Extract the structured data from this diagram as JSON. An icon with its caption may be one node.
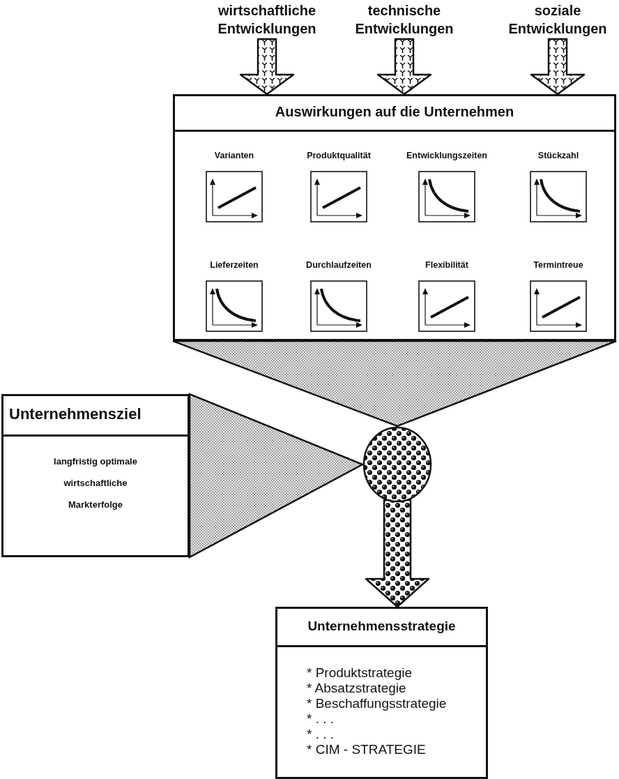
{
  "diagram": {
    "nodes": [
      {
        "text": [
          "wirtschaftliche Entwicklungen"
        ]
      },
      {
        "text": [
          "technische Entwicklungen"
        ]
      },
      {
        "text": [
          "soziale Entwicklungen"
        ]
      },
      {
        "text": [
          "Auswirkungen auf die Unternehmen"
        ]
      },
      {
        "text": [
          "Varianten"
        ],
        "in": 3
      },
      {
        "text": [
          "Produktqualität"
        ],
        "in": 3
      },
      {
        "text": [
          "Entwicklungszeiten"
        ],
        "in": 3
      },
      {
        "text": [
          "Stückzahl"
        ],
        "in": 3
      },
      {
        "text": [
          "Lieferzeiten"
        ],
        "in": 3
      },
      {
        "text": [
          "Durchlaufzeiten"
        ],
        "in": 3
      },
      {
        "text": [
          "Flexibilität"
        ],
        "in": 3
      },
      {
        "text": [
          "Termintreue"
        ],
        "in": 3
      },
      {
        "text": [
          "Unternehmensziel",
          "langfristig optimale wirtschaftliche Markterfolge"
        ]
      },
      {
        "text": [],
        "shape": "circle"
      },
      {
        "text": [
          "Unternehmensstrategie",
          "* Produktstrategie",
          "* Absatzstrategie",
          "* Beschaffungsstrategie",
          "* . . .",
          "* . . .",
          "* CIM - STRATEGIE"
        ]
      }
    ],
    "edges": [
      {
        "from": 0,
        "to": 3,
        "arrow": "to"
      },
      {
        "from": 1,
        "to": 3,
        "arrow": "to"
      },
      {
        "from": 2,
        "to": 3,
        "arrow": "to"
      },
      {
        "from": 3,
        "to": 13,
        "arrow": "to"
      },
      {
        "from": 12,
        "to": 13,
        "arrow": "to"
      },
      {
        "from": 13,
        "to": 14,
        "arrow": "to"
      }
    ]
  }
}
